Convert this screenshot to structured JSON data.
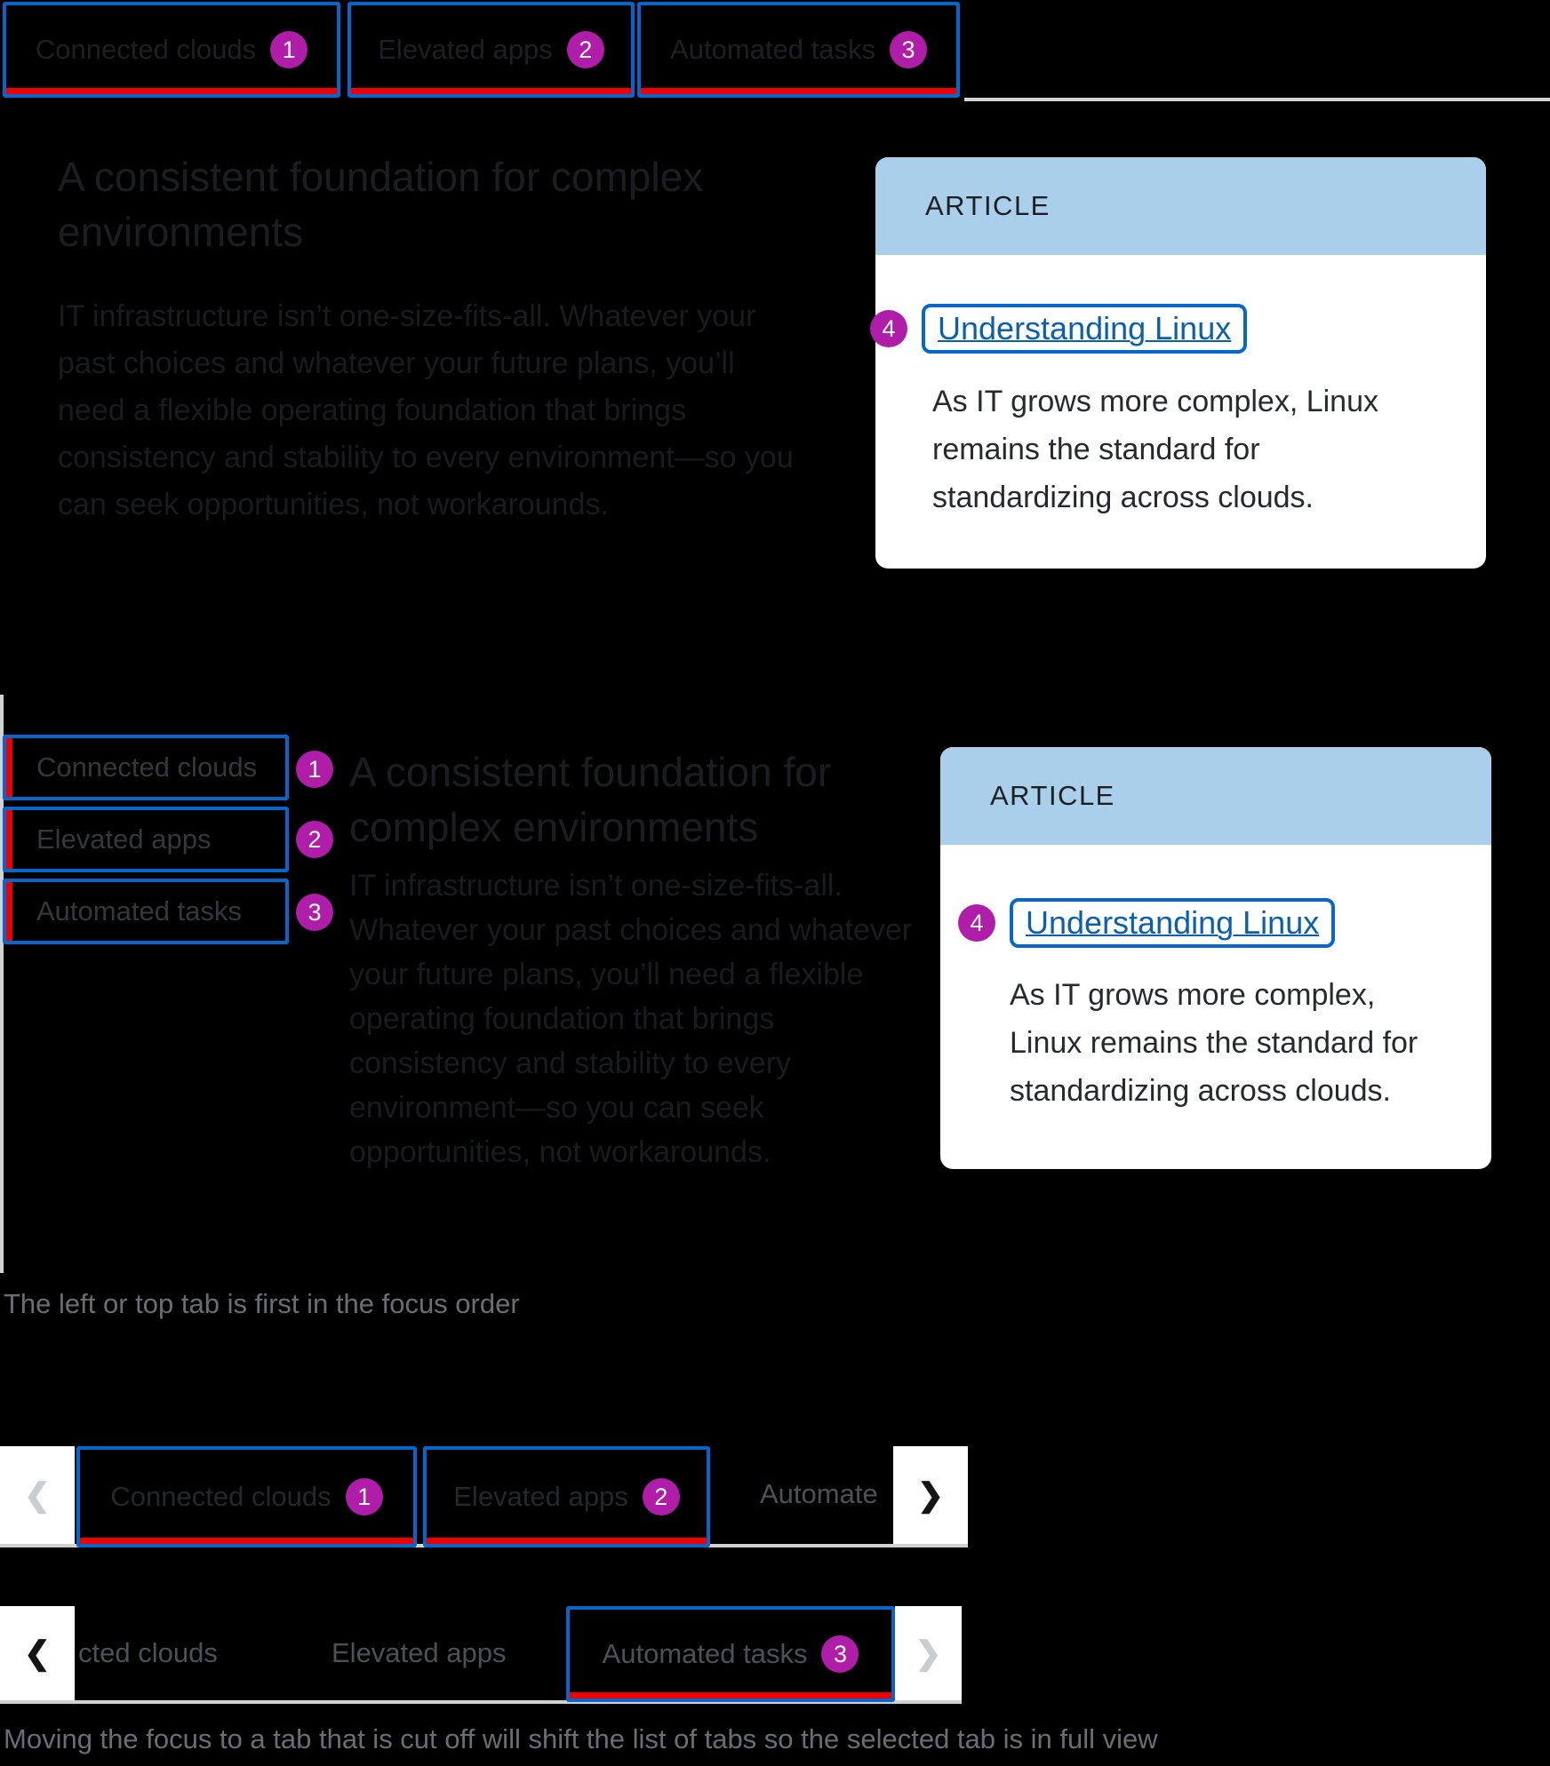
{
  "tabs": [
    {
      "label": "Connected clouds",
      "badge": "1"
    },
    {
      "label": "Elevated apps",
      "badge": "2"
    },
    {
      "label": "Automated tasks",
      "badge": "3"
    }
  ],
  "content": {
    "heading": "A consistent foundation for complex environments",
    "body": "IT infrastructure isn’t one-size-fits-all. Whatever your past choices and whatever your future plans, you’ll need a flexible operating foundation that brings consistency and stability to every environment—so you can seek opportunities, not workarounds."
  },
  "card": {
    "eyebrow": "ARTICLE",
    "badge": "4",
    "link": "Understanding Linux",
    "description": "As IT grows more complex, Linux remains the standard for standardizing across clouds."
  },
  "captions": {
    "focus_order": "The left or top tab is first in the focus order",
    "overflow": "Moving the focus to a tab that is cut off will shift the list of tabs so the selected tab is in full view"
  },
  "overflow": {
    "row1": {
      "prev_icon": "❮",
      "next_icon": "❯",
      "cut_label": "Automate"
    },
    "row2": {
      "prev_icon": "❮",
      "next_icon": "❯",
      "cut_label": "cted clouds",
      "plain_label": "Elevated apps"
    }
  },
  "colors": {
    "focus_blue": "#0666cc",
    "selected_red": "#ee0000",
    "annotation_magenta": "#b01da8",
    "card_header_blue": "#a9cfea",
    "link_blue": "#0b5fad",
    "caption_gray": "#6a6e73",
    "border_gray": "#d2d2d2",
    "background": "#000000"
  }
}
